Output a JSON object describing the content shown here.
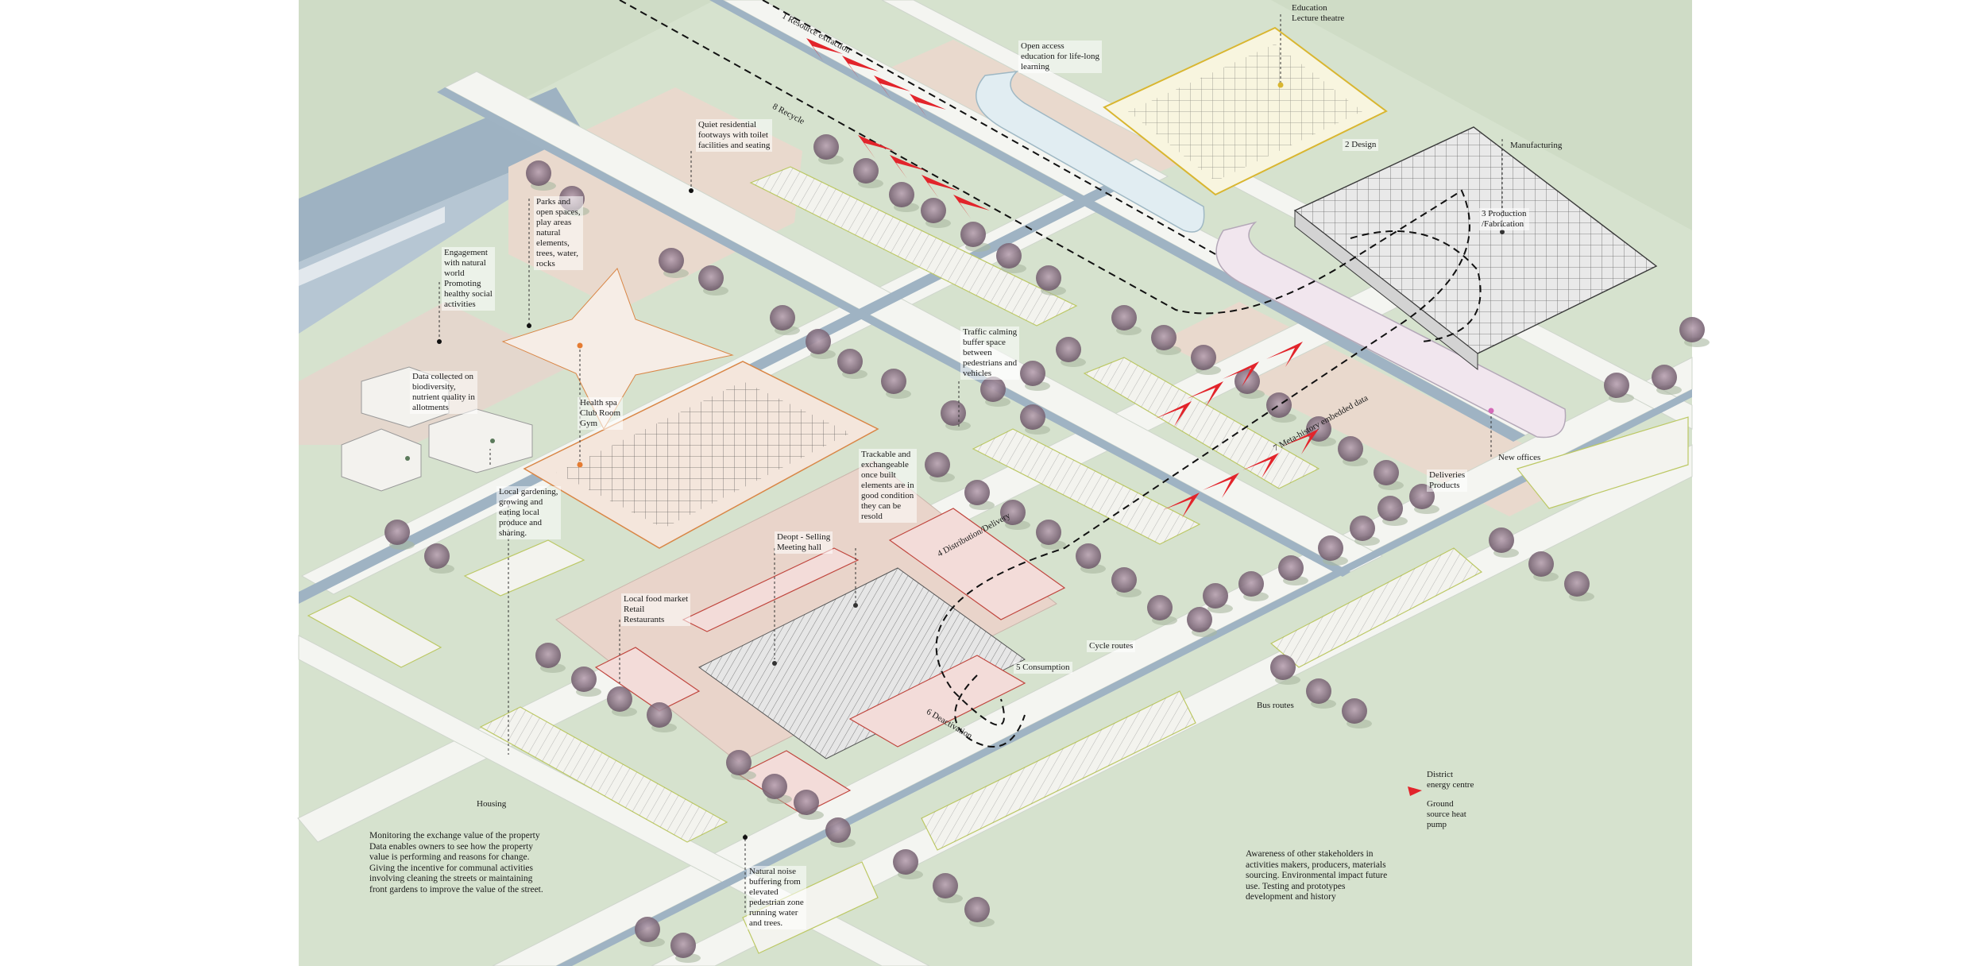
{
  "colors": {
    "ground": "#cfdcc6",
    "road": "#f2f3ef",
    "canal": "#9eb2c2",
    "plaza": "#e9d9cd",
    "arrow": "#e2242b",
    "market_outline": "#c0463e",
    "spa_outline": "#d98646",
    "education_outline": "#d9b630",
    "office_outline": "#c9bfd0"
  },
  "labels": {
    "resource_extraction": "1 Resource extraction",
    "recycle": "8 Recycle",
    "education": "Education\nLecture theatre",
    "open_access": "Open access\neducation for life-long\nlearning",
    "quiet_footways": "Quiet residential\nfootways with toilet\nfacilities and seating",
    "design": "2 Design",
    "manufacturing": "Manufacturing",
    "production": "3 Production\n/Fabrication",
    "parks": "Parks and\nopen spaces,\nplay areas\nnatural\nelements,\ntrees, water,\nrocks",
    "engagement": "Engagement\nwith natural\nworld\nPromoting\nhealthy social\nactivities",
    "traffic_calming": "Traffic calming\nbuffer space\nbetween\npedestrians and\nvehicles",
    "data_biodiversity": "Data collected on\nbiodiversity,\nnutrient quality in\nallotments",
    "health_spa": "Health spa\nClub Room\nGym",
    "meta_history": "7 Meta-history embedded data",
    "new_offices": "New offices",
    "trackable": "Trackable and\nexchangeable\nonce built\nelements are in\ngood condition\nthey can be\nresold",
    "deliveries": "Deliveries\nProducts",
    "local_gardening": "Local gardening,\ngrowing and\neating local\nproduce and\nsharing.",
    "distribution": "4 Distribution/Delivery",
    "depot": "Deopt - Selling\nMeeting hall",
    "food_market": "Local food market\nRetail\nRestaurants",
    "cycle_routes": "Cycle routes",
    "consumption": "5 Consumption",
    "deactivation": "6 Deactivation",
    "bus_routes": "Bus routes",
    "district_energy": "District\nenergy centre",
    "ground_source": "Ground\nsource heat\npump",
    "housing": "Housing",
    "monitoring": "Monitoring the exchange value of the property\nData enables owners to see how the property\nvalue is performing and reasons for change.\nGiving the incentive for communal activities\ninvolving cleaning the streets or maintaining\nfront gardens to improve the value of the street.",
    "natural_noise": "Natural noise\nbuffering from\nelevated\npedestrian zone\nrunning water\nand trees.",
    "awareness": "Awareness of other stakeholders in\nactivities makers, producers, materials\nsourcing. Environmental impact future\nuse. Testing and prototypes\ndevelopment and history"
  }
}
